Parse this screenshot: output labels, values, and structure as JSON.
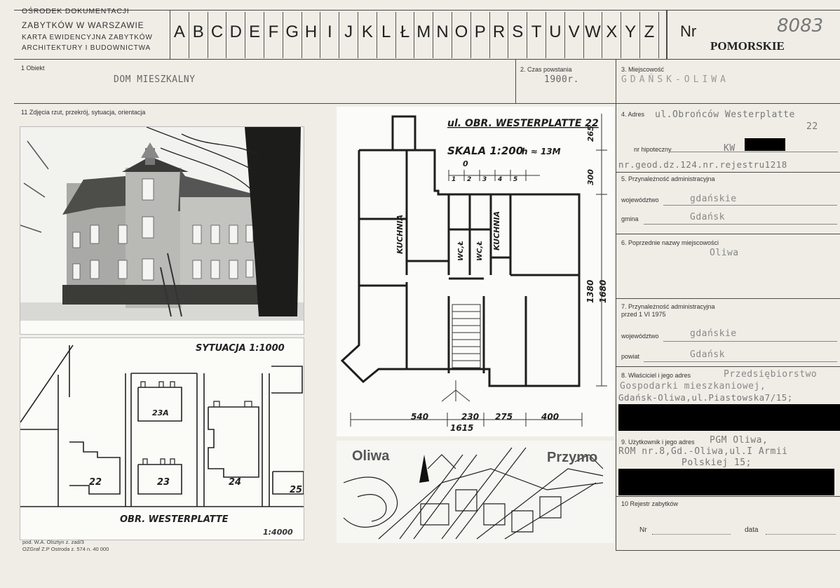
{
  "header": {
    "inst_line1": "OŚRODEK DOKUMENTACJI",
    "inst_line2": "ZABYTKÓW W WARSZAWIE",
    "card_line1": "KARTA EWIDENCYJNA ZABYTKÓW",
    "card_line2": "ARCHITEKTURY I BUDOWNICTWA",
    "letters": [
      "A",
      "B",
      "C",
      "D",
      "E",
      "F",
      "G",
      "H",
      "I",
      "J",
      "K",
      "L",
      "Ł",
      "M",
      "N",
      "O",
      "P",
      "R",
      "S",
      "T",
      "U",
      "V",
      "W",
      "X",
      "Y",
      "Z"
    ],
    "nr_label": "Nr",
    "nr_value": "8083",
    "region": "POMORSKIE"
  },
  "fields": {
    "obiekt_label": "1 Obiekt",
    "obiekt_value": "DOM MIESZKALNY",
    "czas_label": "2. Czas powstania",
    "czas_value": "1900r.",
    "miejscowosc_label": "3. Miejscowość",
    "miejscowosc_value": "GDAŃSK-OLIWA",
    "zdjecia_label": "11 Zdjęcia rzut, przekrój, sytuacja, orientacja",
    "adres_label": "4. Adres",
    "adres_value": "ul.Obrońców Westerplatte",
    "adres_value2": "22",
    "hipoteczny_label": "nr hipoteczny",
    "hipoteczny_value": "KW",
    "geod_value": "nr.geod.dz.124.nr.rejestru1218",
    "przyn_label": "5. Przynależność administracyjna",
    "wojewodztwo_label": "województwo",
    "wojewodztwo_value": "gdańskie",
    "gmina_label": "gmina",
    "gmina_value": "Gdańsk",
    "poprz_label": "6. Poprzednie nazwy miejscowości",
    "poprz_value": "Oliwa",
    "przyn75_label": "7. Przynależność administracyjna",
    "przyn75_label2": "przed 1 VI 1975",
    "woj75_label": "województwo",
    "woj75_value": "gdańskie",
    "powiat_label": "powiat",
    "powiat_value": "Gdańsk",
    "wlasciciel_label": "8. Właściciel i jego adres",
    "wlasciciel_l1": "Przedsiębiorstwo",
    "wlasciciel_l2": "Gospodarki mieszkaniowej,",
    "wlasciciel_l3": "Gdańsk-Oliwa,ul.Piastowska7/15;",
    "uzytkownik_label": "9. Użytkownik i jego adres",
    "uzytkownik_l1": "PGM Oliwa,",
    "uzytkownik_l2": "ROM nr.8,Gd.-Oliwa,ul.I Armii",
    "uzytkownik_l3": "Polskiej 15;",
    "rejestr_label": "10 Rejestr zabytków",
    "rejestr_nr": "Nr",
    "rejestr_data": "data"
  },
  "plan": {
    "street": "ul. OBR. WESTERPLATTE 22",
    "scale": "SKALA 1:200",
    "height": "h ≈ 13M",
    "scale_ticks": [
      "0",
      "1",
      "2",
      "3",
      "4",
      "5"
    ],
    "kuchnia": "KUCHNIA",
    "wc": "WC,Ł",
    "dim_top": "265",
    "dim_300": "300",
    "dim_1380": "1380",
    "dim_1680": "1680",
    "dims_bottom": [
      "540",
      "230",
      "275",
      "400"
    ],
    "dim_total": "1615"
  },
  "situation": {
    "title": "SYTUACJA 1:1000",
    "street": "OBR. WESTERPLATTE",
    "numbers": [
      "22",
      "23",
      "23A",
      "24",
      "25"
    ]
  },
  "map": {
    "oliwa": "Oliwa",
    "przymorze": "Przymo"
  },
  "footer": {
    "scale": "1:4000",
    "l1": "pod. W.A. Olsztyn z. zad/3",
    "l2": "OZGraf Z.P Ostroda z. 574 n. 40 000"
  }
}
